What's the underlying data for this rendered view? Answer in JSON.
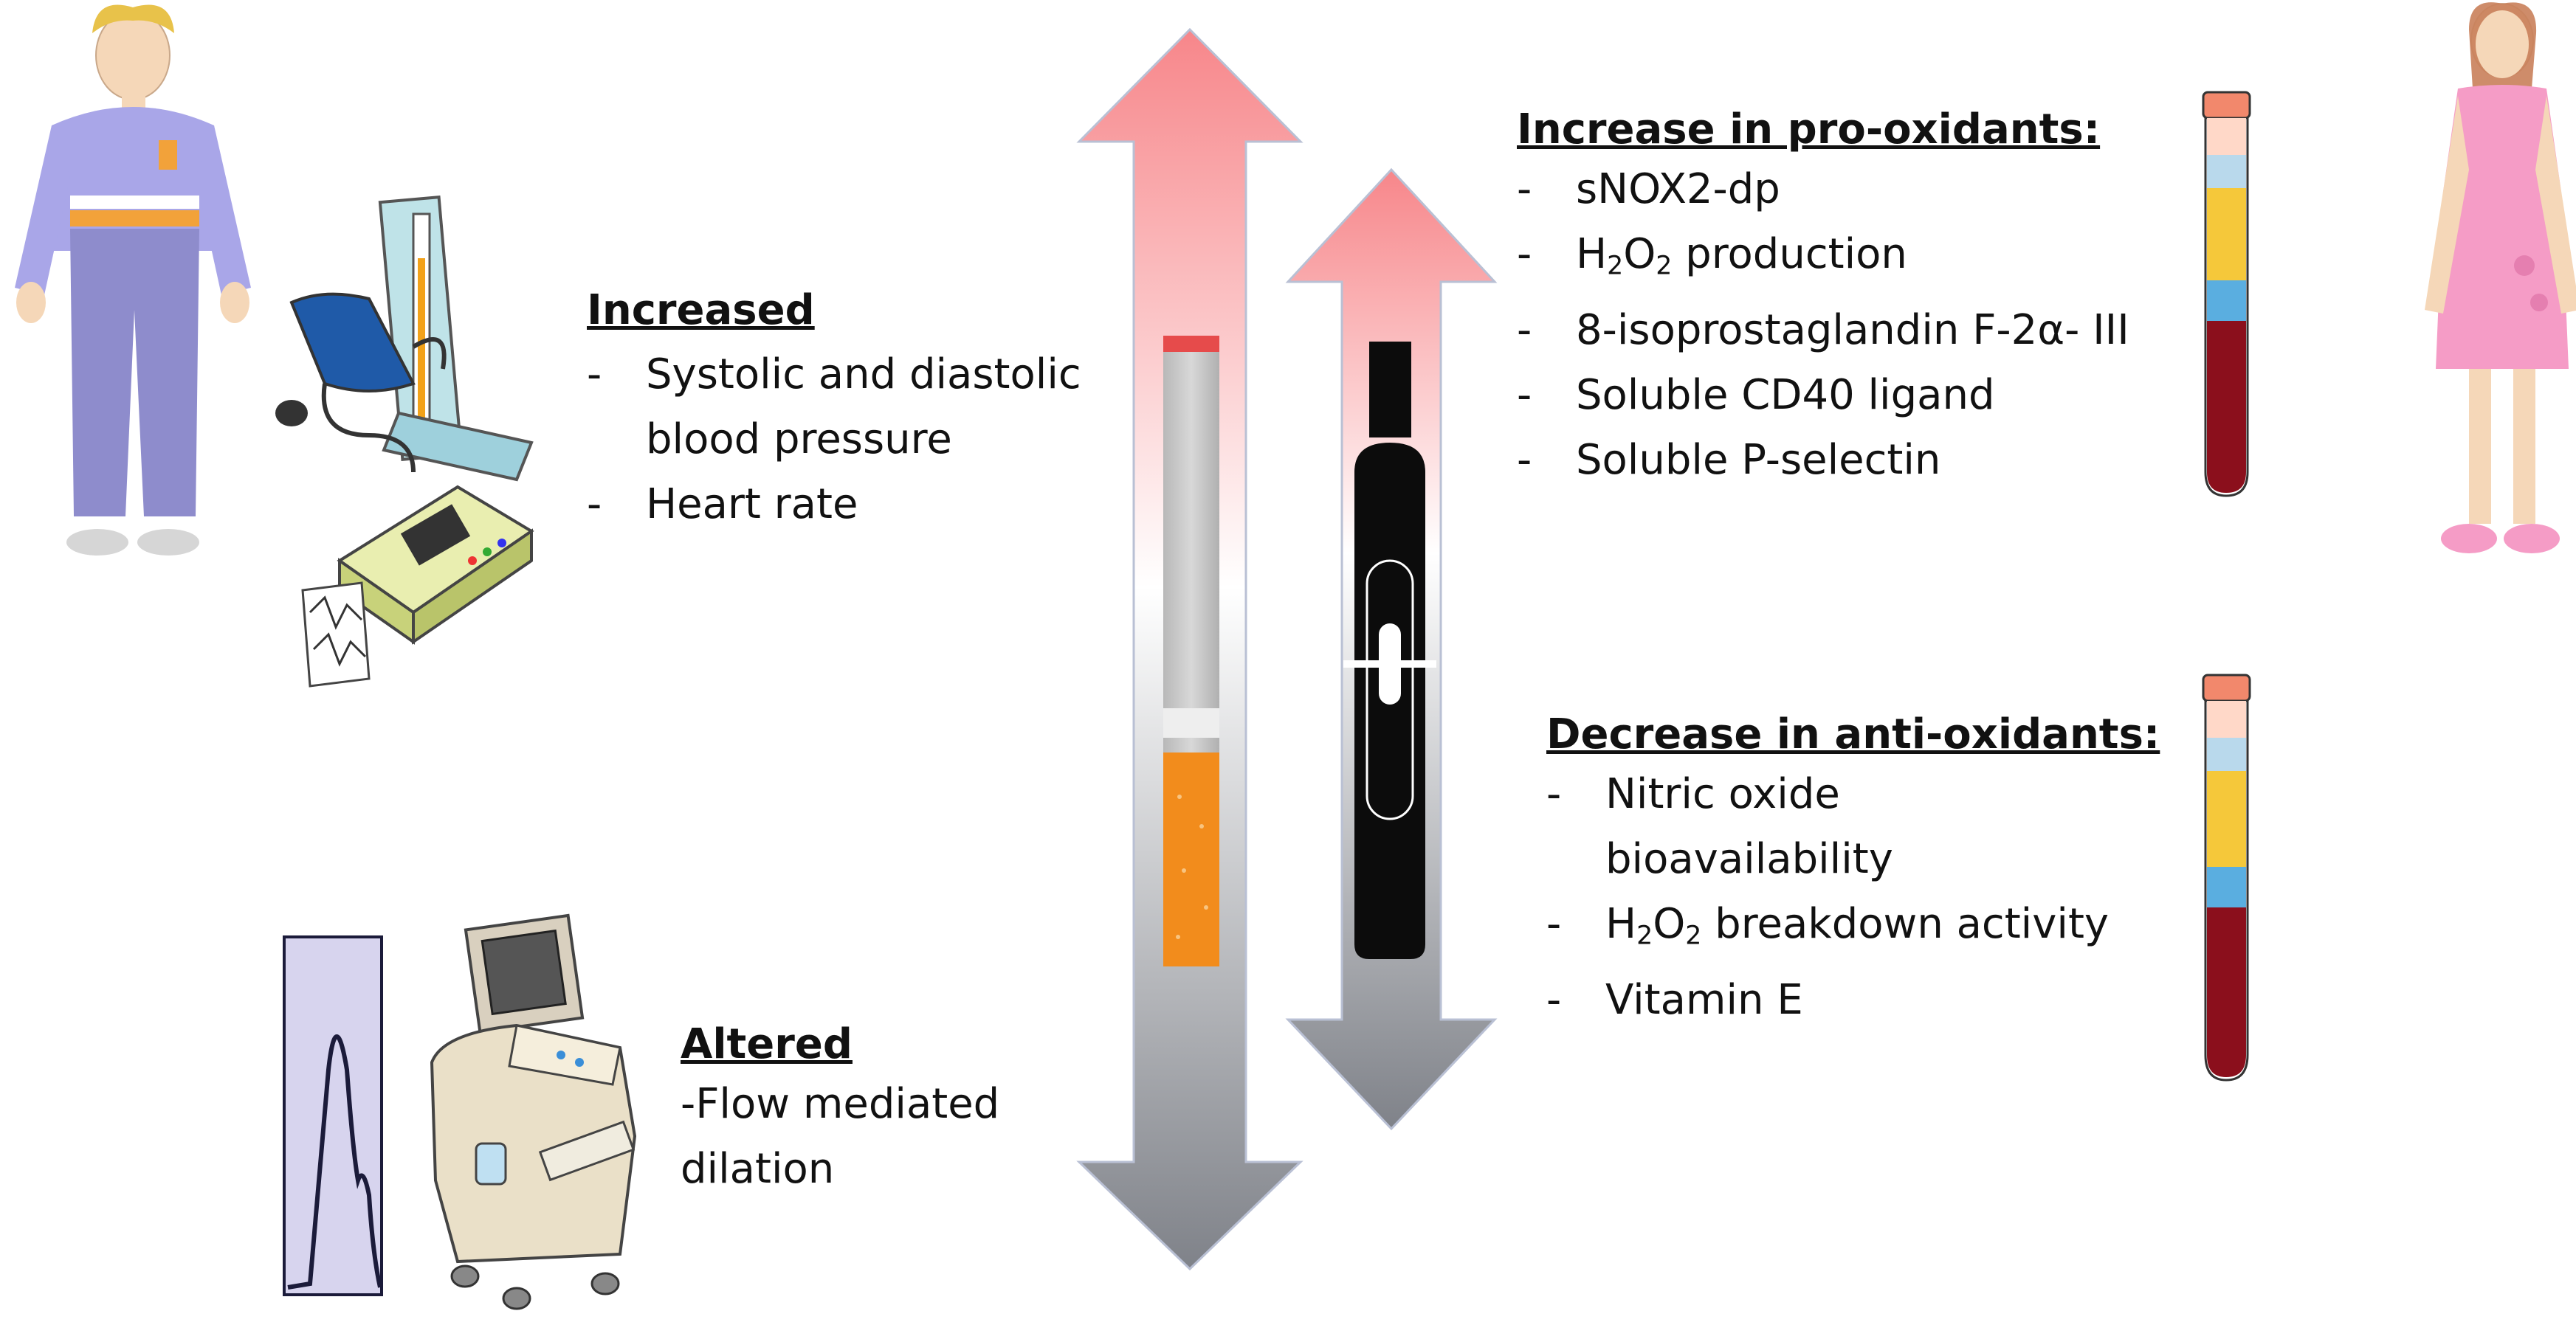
{
  "physiological": {
    "heading": "Increased",
    "items": [
      {
        "line1": "Systolic and diastolic",
        "line2": "blood pressure"
      },
      {
        "line1": "Heart rate"
      }
    ]
  },
  "vascular": {
    "heading": "Altered",
    "line1": "-Flow mediated",
    "line2": "dilation"
  },
  "pro_oxidants": {
    "heading": "Increase in pro-oxidants:",
    "items": [
      {
        "text": "sNOX2-dp"
      },
      {
        "pre": "H",
        "sub1": "2",
        "mid": "O",
        "sub2": "2",
        "post": " production"
      },
      {
        "text": "8-isoprostaglandin F-2α- III"
      },
      {
        "text": "Soluble CD40 ligand"
      },
      {
        "text": "Soluble P-selectin"
      }
    ]
  },
  "anti_oxidants": {
    "heading": "Decrease in anti-oxidants:",
    "items": [
      {
        "line1": "Nitric oxide",
        "line2": "bioavailability"
      },
      {
        "pre": "H",
        "sub1": "2",
        "mid": "O",
        "sub2": "2",
        "post": " breakdown activity"
      },
      {
        "text": "Vitamin E"
      }
    ]
  },
  "list_marker": "-",
  "colors": {
    "arrow_top": "#f7868a",
    "arrow_bottom": "#7f8289",
    "blood": "#8b0f1c",
    "plasma": "#f5c83a",
    "cap": "#f2886c",
    "filter": "#f28c1c",
    "shirt": "#a9a6e8",
    "dress": "#f59cc6",
    "device": "#0c0c0c"
  },
  "icons": [
    "man-figure",
    "blood-pressure-monitor-icon",
    "ecg-machine-icon",
    "waveform-icon",
    "ultrasound-machine-icon",
    "cigarette-icon",
    "heated-tobacco-device-icon",
    "blood-tube-icon",
    "woman-figure"
  ]
}
